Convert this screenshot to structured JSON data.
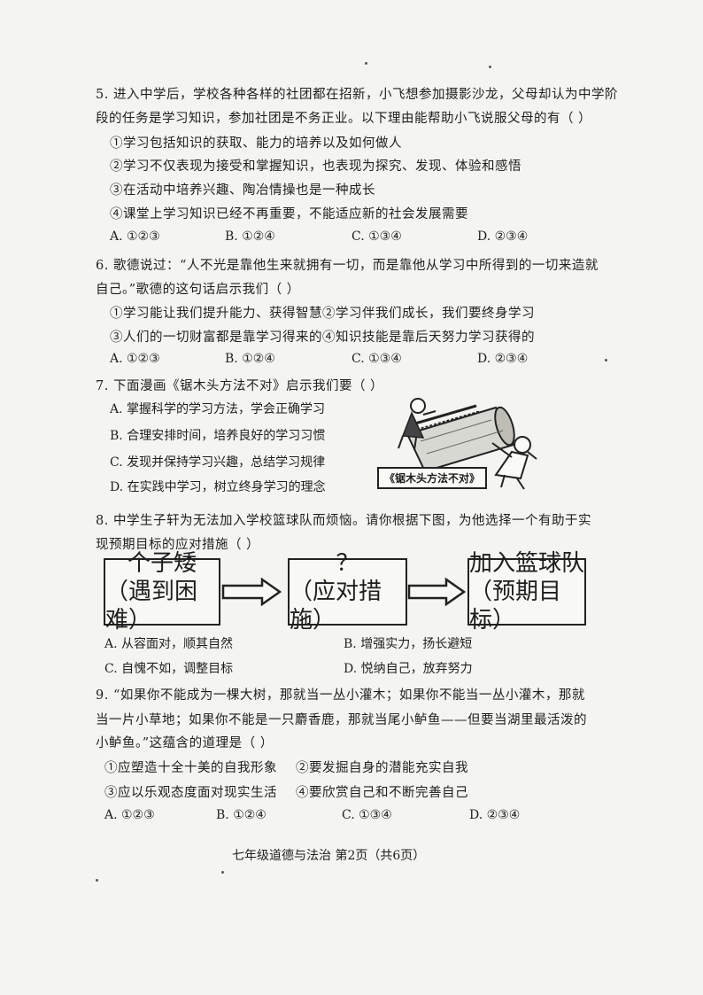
{
  "q5": {
    "line1": "5. 进入中学后，学校各种各样的社团都在招新，小飞想参加摄影沙龙，父母却认为中学阶",
    "line2": "段的任务是学习知识，参加社团是不务正业。以下理由能帮助小飞说服父母的有（      ）",
    "items": [
      "①学习包括知识的获取、能力的培养以及如何做人",
      "②学习不仅表现为接受和掌握知识，也表现为探究、发现、体验和感悟",
      "③在活动中培养兴趣、陶冶情操也是一种成长",
      "④课堂上学习知识已经不再重要，不能适应新的社会发展需要"
    ],
    "options": [
      "A. ①②③",
      "B. ①②④",
      "C. ①③④",
      "D. ②③④"
    ]
  },
  "q6": {
    "line1": "6. 歌德说过：“人不光是靠他生来就拥有一切，而是靠他从学习中所得到的一切来造就",
    "line2": "自己。”歌德的这句话启示我们（      ）",
    "items": [
      "①学习能让我们提升能力、获得智慧②学习伴我们成长，我们要终身学习",
      "③人们的一切财富都是靠学习得来的④知识技能是靠后天努力学习获得的"
    ],
    "options": [
      "A. ①②③",
      "B. ①②④",
      "C. ①③④",
      "D. ②③④"
    ]
  },
  "q7": {
    "line1": "7. 下面漫画《锯木头方法不对》启示我们要（      ）",
    "options": [
      "A. 掌握科学的学习方法，学会正确学习",
      "B. 合理安排时间，培养良好的学习习惯",
      "C. 发现并保持学习兴趣，总结学习规律",
      "D. 在实践中学习，树立终身学习的理念"
    ],
    "cartoon_caption": "《锯木头方法不对》"
  },
  "q8": {
    "line1": "8. 中学生子轩为无法加入学校篮球队而烦恼。请你根据下图，为他选择一个有助于实",
    "line2": "现预期目标的应对措施（      ）",
    "flow": [
      {
        "top": "个子矮",
        "bottom": "（遇到困难）"
      },
      {
        "top": "？",
        "bottom": "（应对措施）"
      },
      {
        "top": "加入篮球队",
        "bottom": "（预期目标）"
      }
    ],
    "options": [
      "A. 从容面对，顺其自然",
      "B. 增强实力，扬长避短",
      "C. 自愧不如，调整目标",
      "D. 悦纳自己，放弃努力"
    ]
  },
  "q9": {
    "line1": "9. “如果你不能成为一棵大树，那就当一丛小灌木；如果你不能当一丛小灌木，那就",
    "line2": "当一片小草地；如果你不能是一只麝香鹿，那就当尾小鲈鱼——但要当湖里最活泼的",
    "line3": "小鲈鱼。”这蕴含的道理是（      ）",
    "items": [
      "①应塑造十全十美的自我形象",
      "②要发掘自身的潜能充实自我",
      "③应以乐观态度面对现实生活",
      "④要欣赏自己和不断完善自己"
    ],
    "options": [
      "A. ①②③",
      "B. ①②④",
      "C. ①③④",
      "D. ②③④"
    ]
  },
  "footer": "七年级道德与法治  第2页（共6页）"
}
